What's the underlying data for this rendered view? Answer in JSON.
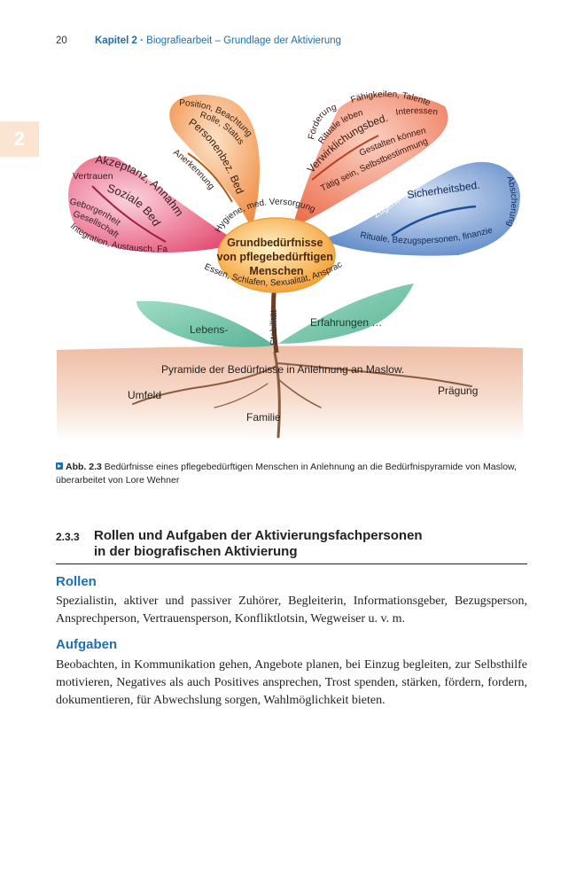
{
  "header": {
    "page_number": "20",
    "chapter": "Kapitel 2 ·",
    "chapter_title": "Biografiearbeit – Grundlage der Aktivierung"
  },
  "chapter_tab": "2",
  "figure": {
    "center": [
      "Grundbedürfnisse",
      "von pflegebedürftigen",
      "Menschen"
    ],
    "petal_pink": {
      "title": "Akzeptanz, Annahme",
      "label": "Soziale Bed.",
      "items": [
        "Vertrauen",
        "Geborgenheit",
        "Gesellschaft",
        "Integration, Austausch, Familie"
      ]
    },
    "petal_orange": {
      "items": [
        "Position, Beachtung",
        "Rolle, Status",
        "Personenbez. Bed.",
        "Anerkennung"
      ]
    },
    "petal_salmon": {
      "items": [
        "Förderung",
        "Fähigkeiten, Talente",
        "Rituale leben",
        "Interessen",
        "Verwirklichungsbed.",
        "Gestalten können",
        "Tätig sein, Selbstbestimmung"
      ]
    },
    "petal_blue": {
      "items": [
        "Zugehörigkeit, Schutz",
        "Sicherheitsbed.",
        "Absicherung",
        "Rituale, Bezugspersonen, finanzielle Absicherung"
      ]
    },
    "arc_top": "Hygiene, med. Versorgung",
    "arc_bottom": "Essen, Schlafen, Sexualität, Ansprache",
    "stem": "Stabilität",
    "leaf_left": "Lebens-",
    "leaf_right": "Erfahrungen …",
    "ground": "Pyramide der Bedürfnisse in Anlehnung an Maslow.",
    "roots": [
      "Umfeld",
      "Prägung",
      "Familie"
    ]
  },
  "caption": {
    "label": "Abb. 2.3",
    "text": " Bedürfnisse eines pflegebedürftigen Menschen in Anlehnung an die Bedürfnispyramide von Maslow, überarbeitet von Lore Wehner"
  },
  "section": {
    "number": "2.3.3",
    "title_line1": "Rollen und Aufgaben der Aktivierungsfachpersonen",
    "title_line2": "in der biografischen Aktivierung"
  },
  "rollen": {
    "heading": "Rollen",
    "text": "Spezialistin, aktiver und passiver Zuhörer, Begleiterin, Informationsgeber, Bezugsperson, Ansprechperson, Vertrauensperson, Konfliktlotsin, Wegweiser u. v. m."
  },
  "aufgaben": {
    "heading": "Aufgaben",
    "text": "Beobachten, in Kommunikation gehen, Angebote planen, bei Einzug begleiten, zur Selbsthilfe motivieren, Negatives als auch Positives ansprechen, Trost spenden, stärken, fördern, fordern, dokumentieren, für Abwechslung sorgen, Wahlmöglichkeit bieten."
  },
  "colors": {
    "accent_blue": "#1e6fb0",
    "petal_pink": "#e8587a",
    "petal_orange": "#f29a55",
    "petal_salmon": "#ee7c5b",
    "petal_blue": "#5b87c8",
    "center": "#f5a340",
    "leaf": "#7cc7ae",
    "ground": "#f1c7b0"
  }
}
